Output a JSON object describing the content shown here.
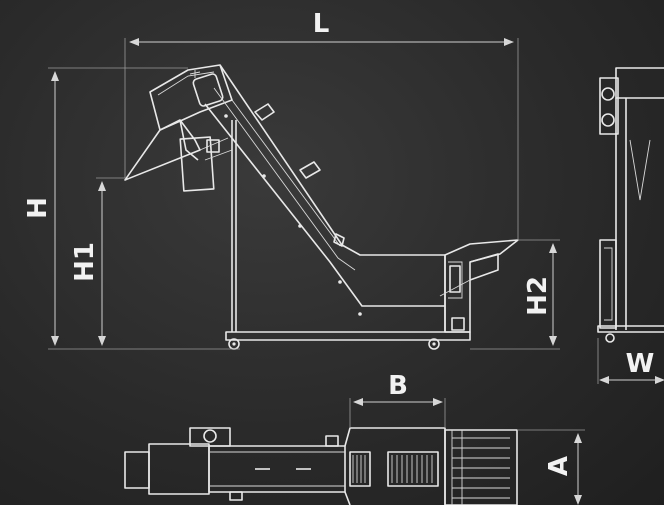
{
  "colors": {
    "background": "#2a2a2a",
    "line": "#e8e8e8",
    "label": "#f2f2f2"
  },
  "dimensions": {
    "length": "L",
    "height": "H",
    "height_1": "H1",
    "height_2": "H2",
    "width": "W",
    "width_b": "B",
    "width_a": "A"
  }
}
